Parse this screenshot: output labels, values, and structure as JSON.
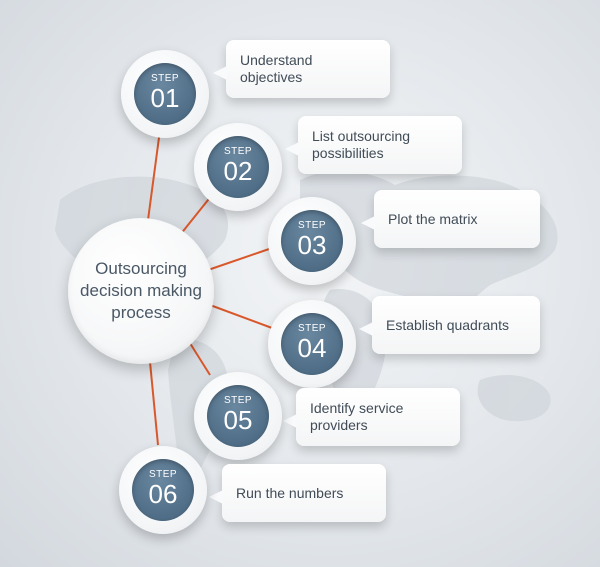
{
  "hub": {
    "label": "Outsourcing decision making process"
  },
  "accent": "#d9582b",
  "step_disc_color": "#4f6d86",
  "steps": [
    {
      "word": "STEP",
      "number": "01",
      "text": "Understand\nobjectives"
    },
    {
      "word": "STEP",
      "number": "02",
      "text": "List outsourcing\npossibilities"
    },
    {
      "word": "STEP",
      "number": "03",
      "text": "Plot the matrix"
    },
    {
      "word": "STEP",
      "number": "04",
      "text": "Establish quadrants"
    },
    {
      "word": "STEP",
      "number": "05",
      "text": "Identify service\nproviders"
    },
    {
      "word": "STEP",
      "number": "06",
      "text": "Run the numbers"
    }
  ]
}
